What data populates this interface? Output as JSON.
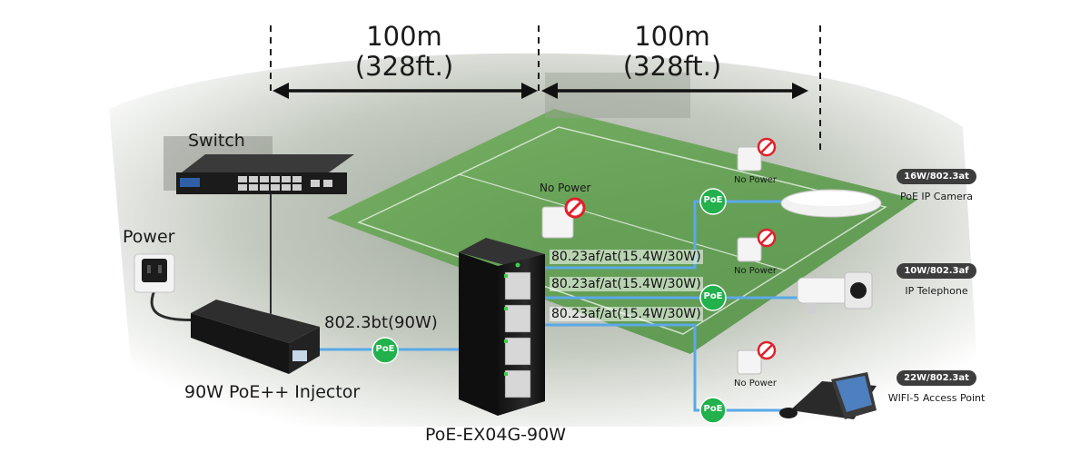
{
  "distances": [
    {
      "line1": "100m",
      "line2": "(328ft.)"
    },
    {
      "line1": "100m",
      "line2": "(328ft.)"
    }
  ],
  "devices": {
    "switch": "Switch",
    "power": "Power",
    "injector": "90W PoE++ Injector",
    "poe_switch": "PoE-EX04G-90W"
  },
  "links": {
    "injector_standard": "802.3bt(90W)",
    "port_specs": [
      "80.23af/at(15.4W/30W)",
      "80.23af/at(15.4W/30W)",
      "80.23af/at(15.4W/30W)"
    ],
    "poe_badge": "PoE",
    "no_power": "No Power"
  },
  "endpoints": [
    {
      "standard": "16W/802.3at",
      "device": "PoE IP Camera"
    },
    {
      "standard": "10W/802.3af",
      "device": "IP Telephone"
    },
    {
      "standard": "22W/802.3at",
      "device": "WIFI-5 Access Point"
    }
  ],
  "colors": {
    "cable": "#5aa9e6",
    "poe_badge": "#22b14c",
    "prohibited": "#e0202a",
    "device_body": "#1c1c1c",
    "port_led": "#3ccf4e"
  },
  "icons": [
    "no-power-icon",
    "power-outlet-icon",
    "poe-badge-icon",
    "dimension-arrow-icon"
  ]
}
